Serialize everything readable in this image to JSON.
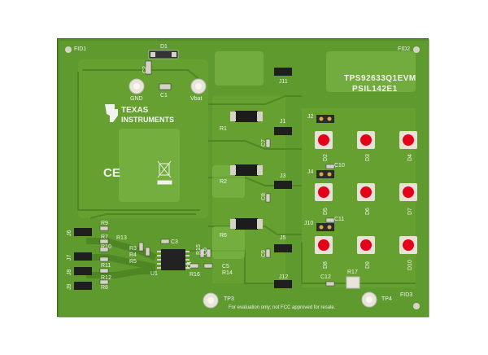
{
  "board": {
    "title": "TPS92633Q1EVM",
    "subtitle": "PSIL142E1",
    "brand_line1": "TEXAS",
    "brand_line2": "INSTRUMENTS",
    "ce_mark": "CE",
    "note": "For evaluation only; not FCC approved for resale.",
    "colors": {
      "pcb": "#5f9a2e",
      "silkscreen": "#f2f2ee",
      "led": "#e2001a",
      "pad": "#d6d2c6"
    }
  },
  "labels": {
    "fid1": "FID1",
    "fid2": "FID2",
    "fid3": "FID3",
    "d1": "D1",
    "c2": "C2",
    "c1": "C1",
    "gnd": "GND",
    "vbat": "Vbat",
    "j11": "J11",
    "j1": "J1",
    "j2": "J2",
    "j3": "J3",
    "j4": "J4",
    "j5": "J5",
    "j6": "J6",
    "j7": "J7",
    "j8": "J8",
    "j9": "J9",
    "j10": "J10",
    "j12": "J12",
    "r1": "R1",
    "r2": "R2",
    "r6": "R6",
    "c3": "C3",
    "c4": "C4",
    "c5": "C5",
    "c6": "C6",
    "c7": "C7",
    "c8": "C8",
    "c9": "C9",
    "c10": "C10",
    "c11": "C11",
    "c12": "C12",
    "r3": "R3",
    "r4": "R4",
    "r5": "R5",
    "r7": "R7",
    "r8": "R8",
    "r9": "R9",
    "r10": "R10",
    "r11": "R11",
    "r12": "R12",
    "r13": "R13",
    "r14": "R14",
    "r15": "R15",
    "r16": "R16",
    "r17": "R17",
    "u1": "U1",
    "tp3": "TP3",
    "tp4": "TP4",
    "d2": "D2",
    "d3": "D3",
    "d4": "D4",
    "d5": "D5",
    "d6": "D6",
    "d7": "D7",
    "d8": "D8",
    "d9": "D9",
    "d10": "D10"
  }
}
